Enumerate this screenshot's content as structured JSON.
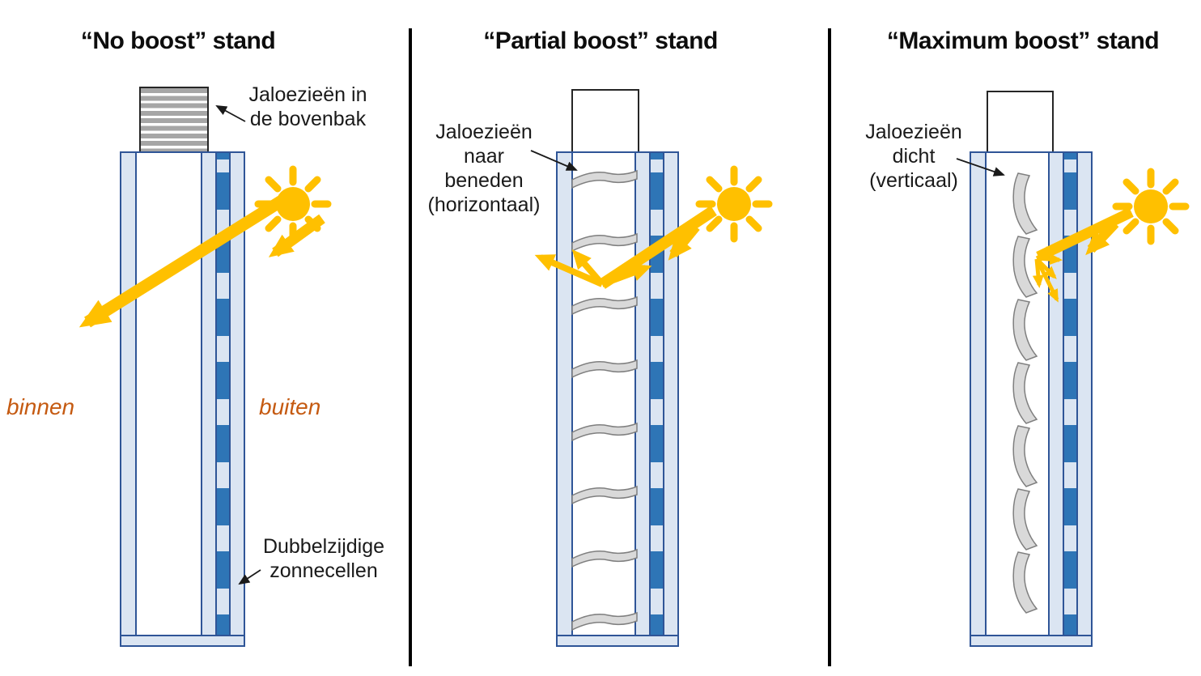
{
  "colors": {
    "sun_and_light": "#FFC000",
    "solar_cell_blue": "#2E75B6",
    "frame_blue": "#2F5597",
    "glass_light_blue": "#DBE5F2",
    "slat_gray": "#D9D9D9",
    "annotation_orange": "#C55A11",
    "text_black": "#1A1A1A"
  },
  "panel_no_boost": {
    "title": "“No boost” stand",
    "blinds_label_line1": "Jaloezieën in",
    "blinds_label_line2": "de bovenbak",
    "inside_label": "binnen",
    "outside_label": "buiten",
    "solar_label_line1": "Dubbelzijdige",
    "solar_label_line2": "zonnecellen"
  },
  "panel_partial_boost": {
    "title": "“Partial boost” stand",
    "blinds_label_line1": "Jaloezieën",
    "blinds_label_line2": "naar",
    "blinds_label_line3": "beneden",
    "blinds_label_line4": "(horizontaal)"
  },
  "panel_maximum_boost": {
    "title": "“Maximum boost” stand",
    "blinds_label_line1": "Jaloezieën",
    "blinds_label_line2": "dicht",
    "blinds_label_line3": "(verticaal)"
  }
}
